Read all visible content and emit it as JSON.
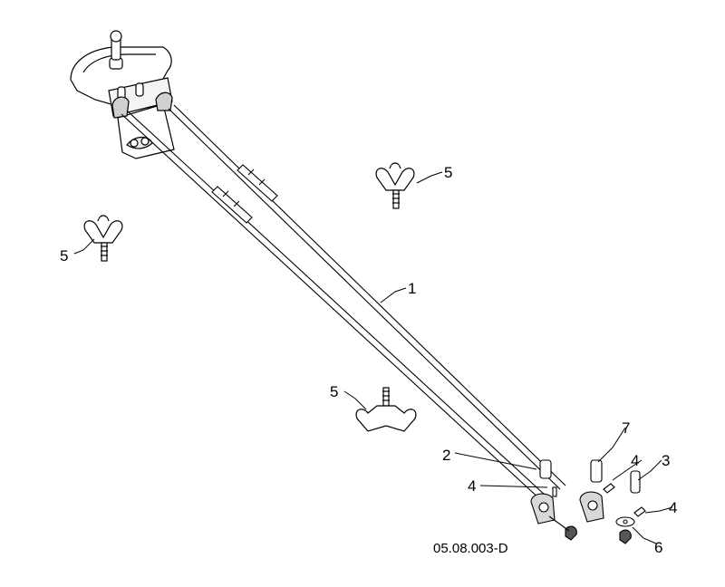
{
  "diagram": {
    "drawing_code": "05.08.003-D",
    "callouts": {
      "c1": "1",
      "c2": "2",
      "c3": "3",
      "c4a": "4",
      "c4b": "4",
      "c4c": "4",
      "c5a": "5",
      "c5b": "5",
      "c5c": "5",
      "c6": "6",
      "c7": "7"
    }
  },
  "colors": {
    "line": "#000000",
    "paper": "#ffffff",
    "shade": "#bdbdbd"
  }
}
